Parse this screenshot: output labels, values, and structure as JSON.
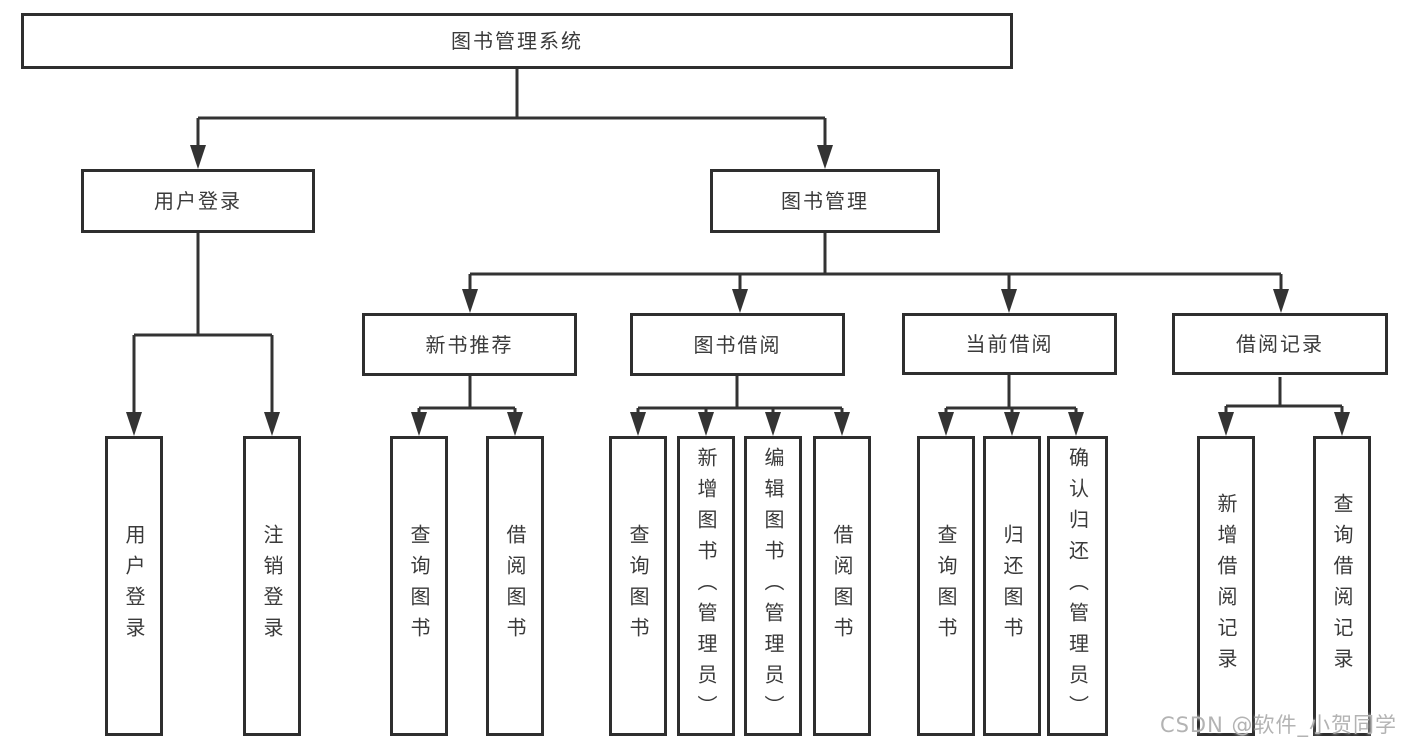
{
  "diagram": {
    "title": "图书管理系统",
    "type": "hierarchy-tree"
  },
  "nodes": {
    "root": {
      "label": "图书管理系统"
    },
    "user_login": {
      "label": "用户登录"
    },
    "book_mgmt": {
      "label": "图书管理"
    },
    "new_books": {
      "label": "新书推荐"
    },
    "book_borrow": {
      "label": "图书借阅"
    },
    "current_borrow": {
      "label": "当前借阅"
    },
    "borrow_records": {
      "label": "借阅记录"
    },
    "leaf_user_login": {
      "label": "用户登录"
    },
    "leaf_logout": {
      "label": "注销登录"
    },
    "leaf_nb_query": {
      "label": "查询图书"
    },
    "leaf_nb_borrow": {
      "label": "借阅图书"
    },
    "leaf_bb_query": {
      "label": "查询图书"
    },
    "leaf_bb_add_admin": {
      "label": "新增图书（管理员）"
    },
    "leaf_bb_edit_admin": {
      "label": "编辑图书（管理员）"
    },
    "leaf_bb_borrow": {
      "label": "借阅图书"
    },
    "leaf_cb_query": {
      "label": "查询图书"
    },
    "leaf_cb_return": {
      "label": "归还图书"
    },
    "leaf_cb_confirm_admin": {
      "label": "确认归还（管理员）"
    },
    "leaf_rec_add": {
      "label": "新增借阅记录"
    },
    "leaf_rec_query": {
      "label": "查询借阅记录"
    }
  },
  "hierarchy": {
    "root": [
      "user_login",
      "book_mgmt"
    ],
    "user_login": [
      "leaf_user_login",
      "leaf_logout"
    ],
    "book_mgmt": [
      "new_books",
      "book_borrow",
      "current_borrow",
      "borrow_records"
    ],
    "new_books": [
      "leaf_nb_query",
      "leaf_nb_borrow"
    ],
    "book_borrow": [
      "leaf_bb_query",
      "leaf_bb_add_admin",
      "leaf_bb_edit_admin",
      "leaf_bb_borrow"
    ],
    "current_borrow": [
      "leaf_cb_query",
      "leaf_cb_return",
      "leaf_cb_confirm_admin"
    ],
    "borrow_records": [
      "leaf_rec_add",
      "leaf_rec_query"
    ]
  },
  "watermark": {
    "text": "CSDN @软件_小贺同学"
  },
  "colors": {
    "line": "#333333",
    "text": "#3a3a3a",
    "border": "#2e2e2e",
    "watermark": "#b3b3b3",
    "background": "#ffffff"
  }
}
